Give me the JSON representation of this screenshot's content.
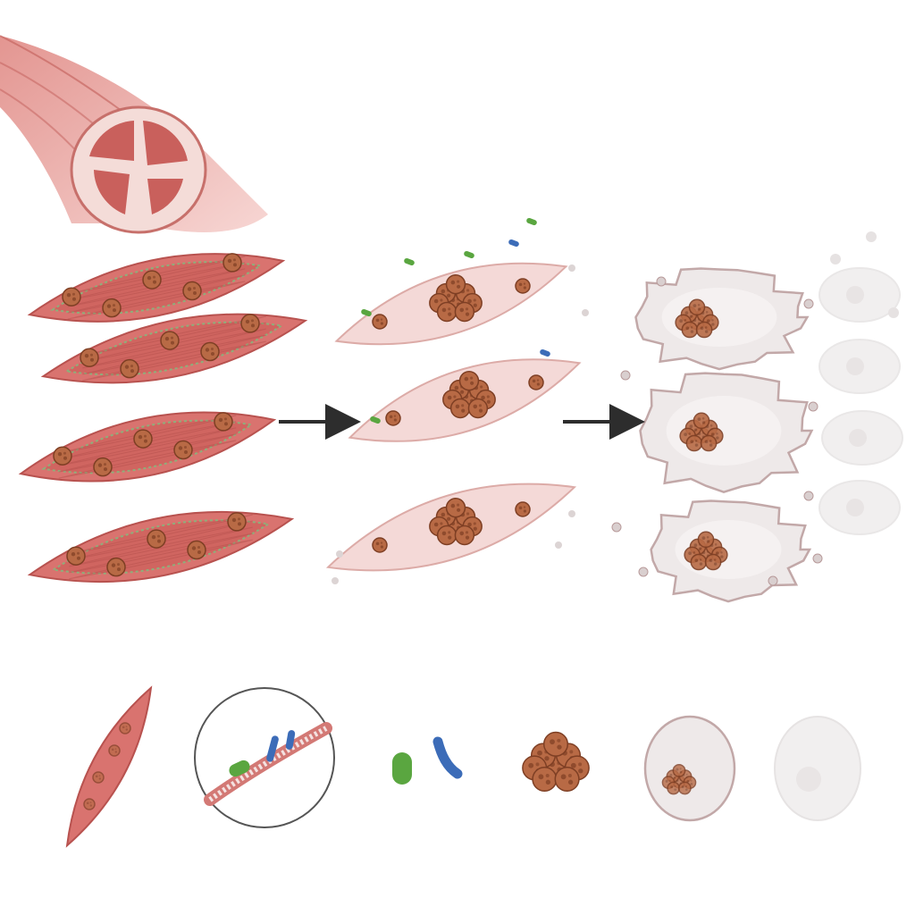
{
  "stages": [
    {
      "id": "healthy",
      "cell_count": 4
    },
    {
      "id": "damaged",
      "cell_count": 3
    },
    {
      "id": "degrading",
      "cell_count": 3
    },
    {
      "id": "faded",
      "cell_count": 4
    }
  ],
  "legend_items": [
    "muscle-cell-icon",
    "membrane-detail-icon",
    "green-particle-icon",
    "blue-particle-icon",
    "nucleus-cluster-icon",
    "degrading-cell-icon",
    "ghost-cell-icon"
  ],
  "colors": {
    "muscle": "#d9736f",
    "muscle_dark": "#b8524f",
    "muscle_light": "#f1b9b3",
    "damaged_fill": "#f4d7d5",
    "nucleus": "#b86a45",
    "nucleus_dark": "#7e3f24",
    "green": "#5aa640",
    "blue": "#3c6cb8",
    "ghost": "#e9e6e6",
    "arrow": "#2d2d2d"
  }
}
